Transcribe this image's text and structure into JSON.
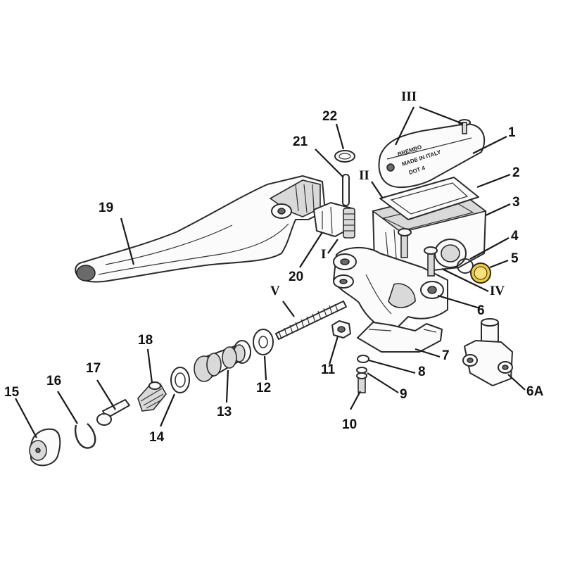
{
  "callouts": {
    "c1": "1",
    "c2": "2",
    "c3": "3",
    "c4": "4",
    "c5": "5",
    "c6": "6",
    "c6a": "6A",
    "c7": "7",
    "c8": "8",
    "c9": "9",
    "c10": "10",
    "c11": "11",
    "c12": "12",
    "c13": "13",
    "c14": "14",
    "c15": "15",
    "c16": "16",
    "c17": "17",
    "c18": "18",
    "c19": "19",
    "c20": "20",
    "c21": "21",
    "c22": "22"
  },
  "roman": {
    "r1": "I",
    "r2": "II",
    "r3": "III",
    "r4": "IV",
    "r5": "V"
  },
  "colors": {
    "line": "#2a2a2a",
    "fill": "#fbfbfb",
    "shade": "#d9d9d9",
    "accent": "#f2cc3a"
  }
}
